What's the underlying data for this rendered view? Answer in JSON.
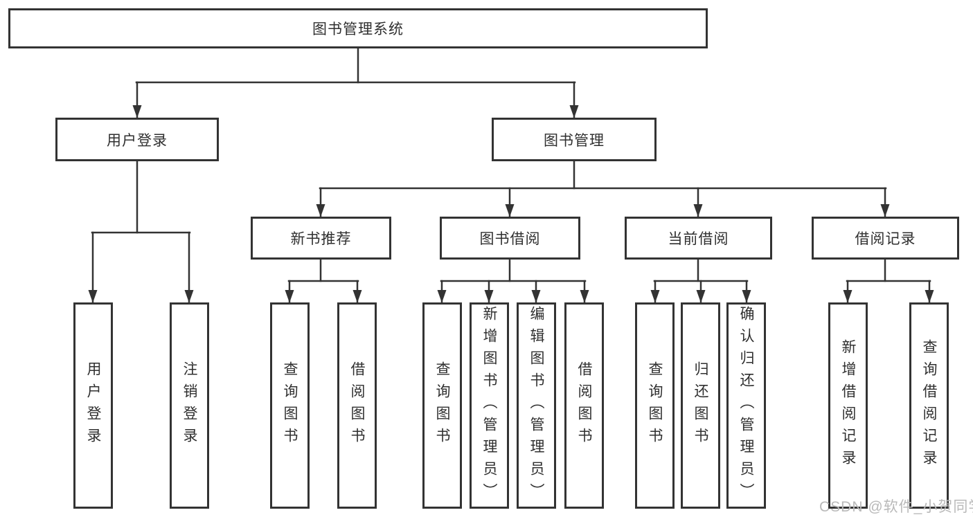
{
  "nodes": {
    "root": {
      "label": "图书管理系统"
    },
    "user_login": {
      "label": "用户登录"
    },
    "book_mgmt": {
      "label": "图书管理"
    },
    "new_book_rec": {
      "label": "新书推荐"
    },
    "book_borrow": {
      "label": "图书借阅"
    },
    "current_borrow": {
      "label": "当前借阅"
    },
    "borrow_record": {
      "label": "借阅记录"
    },
    "leaf_user_login": {
      "label": "用户登录"
    },
    "leaf_logout": {
      "label": "注销登录"
    },
    "leaf_nbr_query_books": {
      "label": "查询图书"
    },
    "leaf_nbr_borrow_books": {
      "label": "借阅图书"
    },
    "leaf_bb_query_books": {
      "label": "查询图书"
    },
    "leaf_bb_add_books": {
      "label": "新增图书（管理员）"
    },
    "leaf_bb_edit_books": {
      "label": "编辑图书（管理员）"
    },
    "leaf_bb_borrow_books": {
      "label": "借阅图书"
    },
    "leaf_cb_query_books": {
      "label": "查询图书"
    },
    "leaf_cb_return_books": {
      "label": "归还图书"
    },
    "leaf_cb_confirm_return": {
      "label": "确认归还（管理员）"
    },
    "leaf_br_add_record": {
      "label": "新增借阅记录"
    },
    "leaf_br_query_record": {
      "label": "查询借阅记录"
    }
  },
  "watermark": {
    "text": "CSDN @软件_小贺同学"
  },
  "colors": {
    "line": "#333333",
    "box_border": "#333333",
    "text": "#2f2f2f",
    "background": "#ffffff",
    "watermark": "#b9b9b9"
  }
}
